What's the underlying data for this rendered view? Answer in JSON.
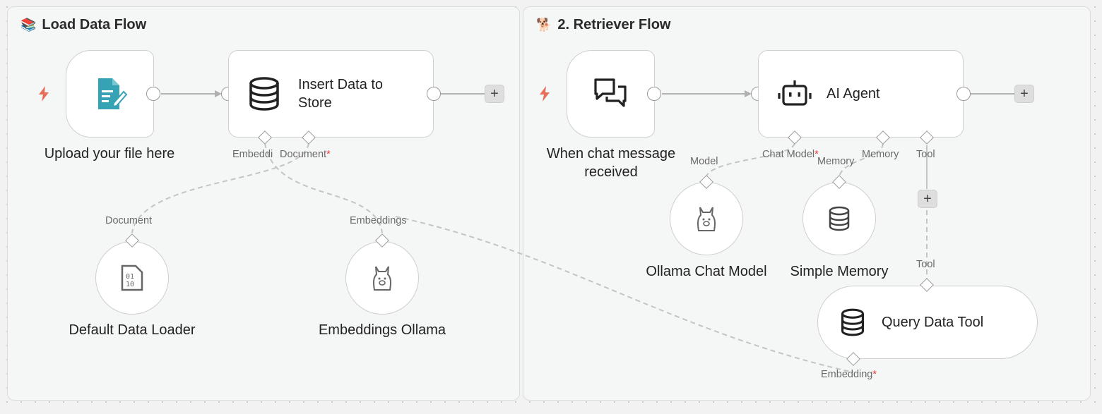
{
  "groups": {
    "load": {
      "emoji": "📚",
      "title": "Load Data Flow"
    },
    "retriever": {
      "emoji": "🐕",
      "title": "2. Retriever Flow"
    }
  },
  "nodes": {
    "upload": {
      "label": "Upload your file here",
      "icon": "form-icon"
    },
    "insert": {
      "title": "Insert Data to Store",
      "icon": "database-icon",
      "ports": {
        "embedding": "Embeddi",
        "document": "Document",
        "document_required": "*"
      }
    },
    "loader": {
      "label": "Default Data Loader",
      "port": "Document",
      "icon": "binary-file-icon"
    },
    "embeddings": {
      "label": "Embeddings Ollama",
      "port": "Embeddings",
      "icon": "llama-icon"
    },
    "chat_trigger": {
      "label_line1": "When chat message",
      "label_line2": "received",
      "icon": "chat-bubbles-icon"
    },
    "agent": {
      "title": "AI Agent",
      "icon": "robot-icon",
      "ports": {
        "chat_model": "Chat Model",
        "chat_model_required": "*",
        "memory": "Memory",
        "tool": "Tool"
      }
    },
    "ollama_chat": {
      "label": "Ollama Chat Model",
      "port": "Model",
      "icon": "llama-icon"
    },
    "memory": {
      "label": "Simple Memory",
      "port": "Memory",
      "icon": "database-icon"
    },
    "query": {
      "title": "Query Data Tool",
      "port_top": "Tool",
      "port_bottom": "Embedding",
      "port_bottom_required": "*",
      "icon": "database-icon"
    }
  },
  "plus_symbol": "+",
  "colors": {
    "trigger_bolt": "#ea6d5a",
    "form_icon": "#36a3b5",
    "required": "#e0403d"
  }
}
